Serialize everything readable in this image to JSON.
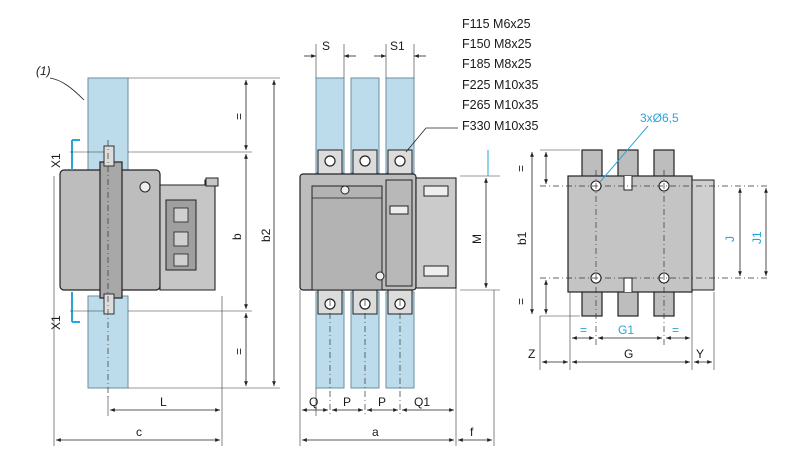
{
  "callout": "(1)",
  "screw_table": [
    "F115 M6x25",
    "F150 M8x25",
    "F185 M8x25",
    "F225 M10x35",
    "F265 M10x35",
    "F330 M10x35"
  ],
  "side_view_labels": {
    "x1_top": "X1",
    "x1_bottom": "X1",
    "eq_top": "=",
    "eq_bottom": "=",
    "b": "b",
    "b2": "b2",
    "l": "L",
    "c": "c"
  },
  "front_view_labels": {
    "s": "S",
    "s1": "S1",
    "m": "M",
    "q": "Q",
    "p1": "P",
    "p2": "P",
    "q1": "Q1",
    "a": "a",
    "f": "f"
  },
  "mount_view_labels": {
    "holes": "3xØ6,5",
    "b1": "b1",
    "eq_top": "=",
    "eq_bottom": "=",
    "j": "J",
    "j1": "J1",
    "g1": "G1",
    "eq_left": "=",
    "eq_right": "=",
    "z": "Z",
    "g": "G",
    "y": "Y"
  },
  "colors": {
    "bar_fill": "#bcdcec",
    "body_fill": "#bdbdbd",
    "accent": "#2aa5d6"
  }
}
